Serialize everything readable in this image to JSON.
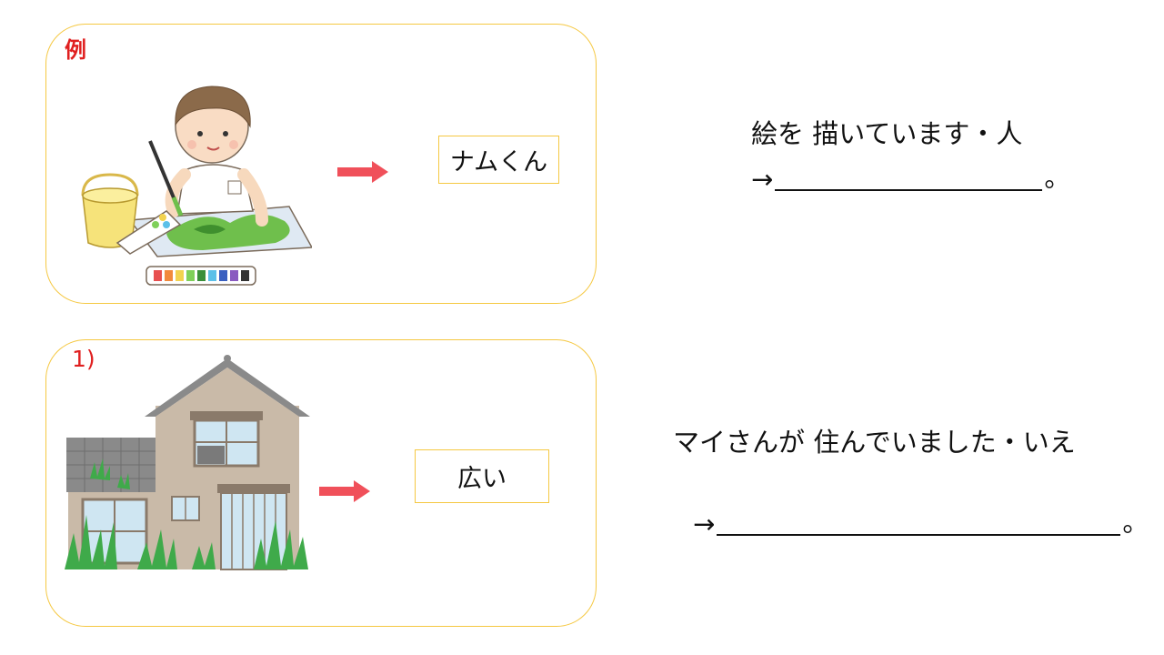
{
  "example": {
    "tag": "例",
    "word": "ナムくん",
    "phrase": "絵を 描いています・人",
    "answer_prefix": "→",
    "answer_suffix": "。"
  },
  "question1": {
    "tag": "1)",
    "word": "広い",
    "phrase": "マイさんが 住んでいました・いえ",
    "answer_prefix": "→",
    "answer_suffix": "。"
  },
  "colors": {
    "card_border": "#f5c842",
    "tag_text": "#e02020",
    "arrow": "#f0505a"
  },
  "icons": {
    "example_illustration": "boy-painting-illustration",
    "question1_illustration": "house-illustration",
    "pointer": "right-arrow-icon"
  }
}
